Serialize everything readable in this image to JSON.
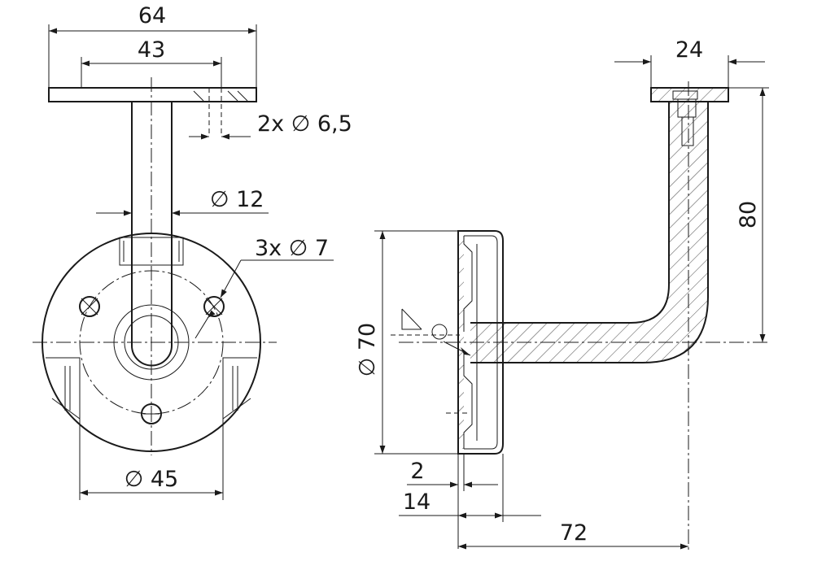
{
  "dimensions": {
    "plate_width": "64",
    "hole_spacing": "43",
    "screw_holes": "2x ∅ 6,5",
    "rod_diameter": "∅ 12",
    "mount_holes": "3x ∅ 7",
    "base_diameter": "∅ 45",
    "top_plate": "24",
    "height": "80",
    "rosette_diameter": "∅ 70",
    "gap": "2",
    "rosette_depth": "14",
    "projection": "72"
  }
}
